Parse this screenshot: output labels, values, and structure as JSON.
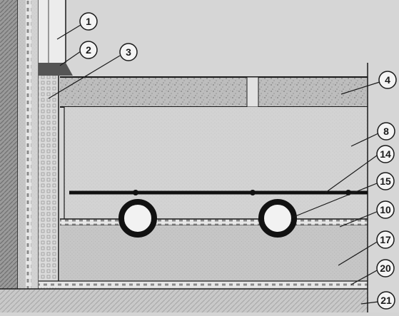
{
  "callouts": [
    {
      "label": "1"
    },
    {
      "label": "2"
    },
    {
      "label": "3"
    },
    {
      "label": "4"
    },
    {
      "label": "8"
    },
    {
      "label": "14"
    },
    {
      "label": "15"
    },
    {
      "label": "10"
    },
    {
      "label": "17"
    },
    {
      "label": "20"
    },
    {
      "label": "21"
    }
  ]
}
